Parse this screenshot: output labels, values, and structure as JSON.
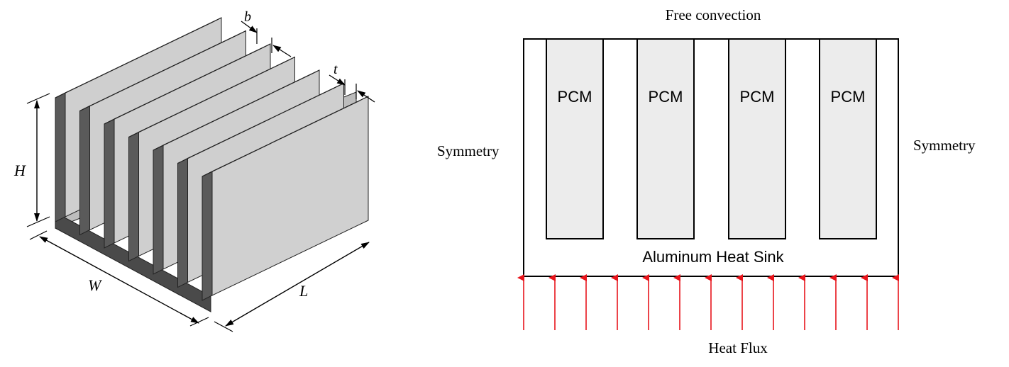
{
  "left_figure": {
    "dims": {
      "b": "b",
      "t": "t",
      "H": "H",
      "W": "W",
      "L": "L"
    }
  },
  "right_figure": {
    "top_label": "Free convection",
    "left_label": "Symmetry",
    "right_label": "Symmetry",
    "pcm_labels": [
      "PCM",
      "PCM",
      "PCM",
      "PCM"
    ],
    "sink_label": "Aluminum Heat Sink",
    "bottom_label": "Heat Flux",
    "arrow_count": 13,
    "colors": {
      "arrow": "#e8141b",
      "outline": "#000000",
      "pcm_fill": "#ececec"
    }
  },
  "colors": {
    "fin_top": "#d9d9d9",
    "fin_side": "#5a5a5a",
    "fin_front": "#cfcfcf",
    "base_dark": "#4a4a4a"
  }
}
